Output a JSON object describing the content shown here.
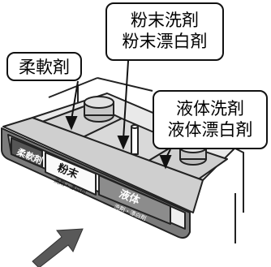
{
  "callouts": {
    "fabric_softener": "柔軟剤",
    "powder_detergent": "粉末洗剤",
    "powder_bleach": "粉末漂白剤",
    "liquid_detergent": "液体洗剤",
    "liquid_bleach": "液体漂白剤"
  },
  "drawer_front_labels": {
    "left": "柔軟剤",
    "center": "粉末",
    "center_sub": "洗剤・漂白剤",
    "right": "液体",
    "right_sub": "洗剤・漂白剤"
  },
  "arrow": {
    "direction": "push-in",
    "color": "#595959"
  }
}
